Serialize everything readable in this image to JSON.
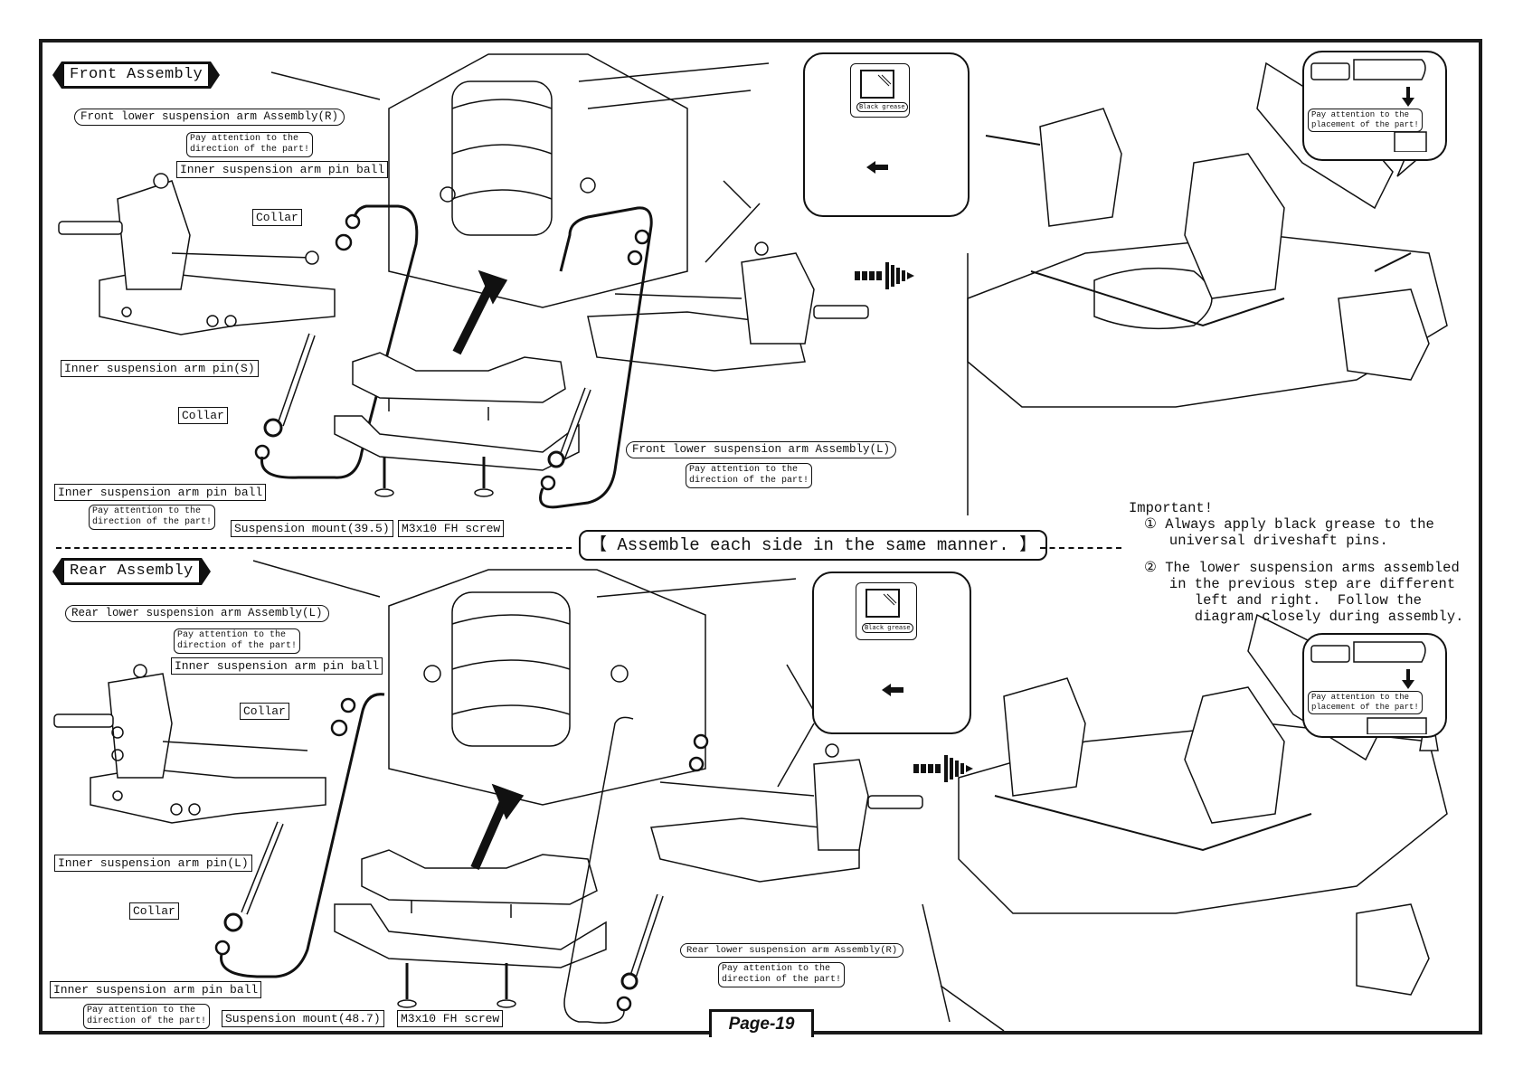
{
  "page": {
    "page_label": "Page-19",
    "divider_banner": "【 Assemble each side in the same manner. 】"
  },
  "front": {
    "title": "Front Assembly",
    "labels": {
      "arm_assembly_r": "Front lower suspension arm Assembly(R)",
      "arm_assembly_l": "Front lower suspension arm Assembly(L)",
      "pin_ball_top": "Inner suspension arm pin ball",
      "collar_top": "Collar",
      "pin": "Inner suspension arm pin(S)",
      "collar_bottom": "Collar",
      "pin_ball_bottom": "Inner suspension arm pin ball",
      "suspension_mount": "Suspension mount(39.5)",
      "screw": "M3x10 FH screw"
    },
    "notes": {
      "direction_r": "Pay attention to the\ndirection of the part!",
      "direction_bottom": "Pay attention to the\ndirection of the part!",
      "direction_l": "Pay attention to the\ndirection of the part!",
      "placement": "Pay attention to the\nplacement of the part!"
    },
    "inset_grease_label": "Black grease"
  },
  "rear": {
    "title": "Rear Assembly",
    "labels": {
      "arm_assembly_l": "Rear lower suspension arm Assembly(L)",
      "arm_assembly_r": "Rear lower suspension arm Assembly(R)",
      "pin_ball_top": "Inner suspension arm pin ball",
      "collar_top": "Collar",
      "pin": "Inner suspension arm pin(L)",
      "collar_bottom": "Collar",
      "pin_ball_bottom": "Inner suspension arm pin ball",
      "suspension_mount": "Suspension mount(48.7)",
      "screw": "M3x10 FH screw"
    },
    "notes": {
      "direction_l": "Pay attention to the\ndirection of the part!",
      "direction_bottom": "Pay attention to the\ndirection of the part!",
      "direction_r": "Pay attention to the\ndirection of the part!",
      "placement": "Pay attention to the\nplacement of the part!"
    },
    "inset_grease_label": "Black grease"
  },
  "important": {
    "heading": "Important!",
    "item1": "① Always apply black grease to the\n   universal driveshaft pins.",
    "item2": "② The lower suspension arms assembled\n   in the previous step are different\n      left and right.  Follow the\n      diagram closely during assembly."
  },
  "icons": {
    "step_arrow": "dashed-right-arrow",
    "insert_arrow": "bold-arrow"
  }
}
